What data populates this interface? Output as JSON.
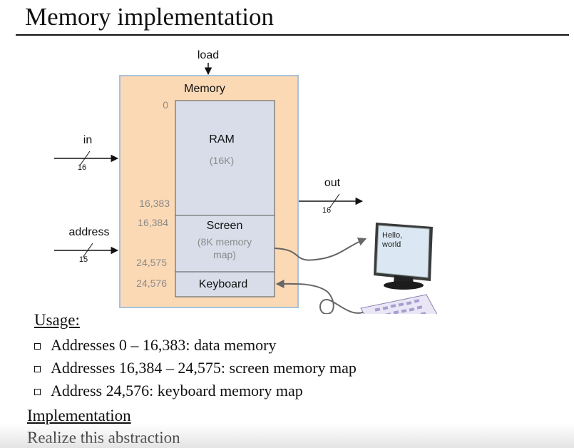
{
  "slide": {
    "title": "Memory implementation"
  },
  "diagram": {
    "load_label": "load",
    "memory_label": "Memory",
    "in_label": "in",
    "in_width": "16",
    "address_label": "address",
    "address_width": "15",
    "out_label": "out",
    "out_width": "16",
    "addresses": {
      "a0": "0",
      "a16383": "16,383",
      "a16384": "16,384",
      "a24575": "24,575",
      "a24576": "24,576"
    },
    "ram": {
      "label": "RAM",
      "size": "(16K)"
    },
    "screen": {
      "label": "Screen",
      "sub1": "(8K memory",
      "sub2": "map)"
    },
    "keyboard": {
      "label": "Keyboard"
    },
    "monitor_text1": "Hello,",
    "monitor_text2": "world",
    "colors": {
      "memory_fill": "#fbd9b5",
      "memory_border": "#a8c2dc",
      "block_fill": "#d8dde9",
      "block_border": "#555555",
      "muted_text": "#8a8a8a"
    }
  },
  "usage": {
    "heading": "Usage:",
    "items": [
      "Addresses 0 – 16,383: data memory",
      "Addresses 16,384 – 24,575: screen memory map",
      "Address 24,576: keyboard memory map"
    ]
  },
  "implementation": {
    "heading": "Implementation",
    "text": "Realize this abstraction"
  }
}
